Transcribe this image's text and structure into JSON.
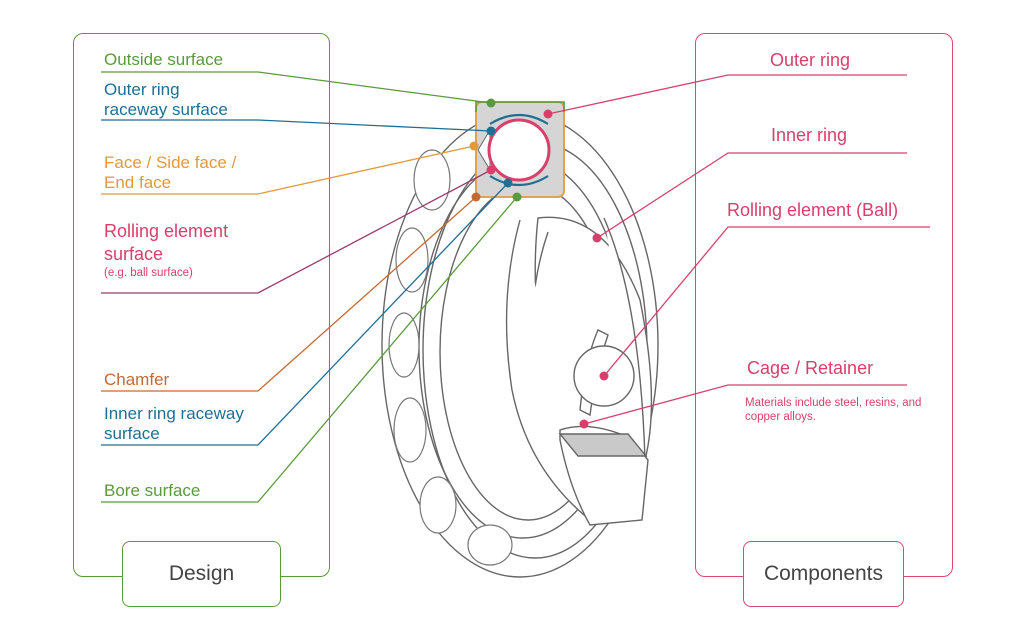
{
  "colors": {
    "green": "#5a9a3c",
    "blue": "#1f6f95",
    "orange": "#e19a3c",
    "brown": "#c46a34",
    "magenta": "#d8406b",
    "purple": "#9a3a6e",
    "line_gray": "#666666"
  },
  "design": {
    "tab_label": "Design",
    "labels": [
      {
        "key": "outside",
        "lines": [
          "Outside surface"
        ]
      },
      {
        "key": "outer_raceway",
        "lines": [
          "Outer ring",
          "raceway surface"
        ]
      },
      {
        "key": "face",
        "lines": [
          "Face / Side face /",
          "End face"
        ]
      },
      {
        "key": "rolling_surface",
        "lines": [
          "Rolling element",
          "surface"
        ],
        "note": "(e.g. ball surface)"
      },
      {
        "key": "chamfer",
        "lines": [
          "Chamfer"
        ]
      },
      {
        "key": "inner_raceway",
        "lines": [
          "Inner ring raceway",
          "surface"
        ]
      },
      {
        "key": "bore",
        "lines": [
          "Bore surface"
        ]
      }
    ]
  },
  "components": {
    "tab_label": "Components",
    "labels": [
      {
        "key": "outer_ring",
        "lines": [
          "Outer ring"
        ]
      },
      {
        "key": "inner_ring",
        "lines": [
          "Inner ring"
        ]
      },
      {
        "key": "rolling_element",
        "lines": [
          "Rolling element (Ball)"
        ]
      },
      {
        "key": "cage",
        "lines": [
          "Cage / Retainer"
        ],
        "note": "Materials include steel, resins, and copper alloys."
      }
    ]
  }
}
